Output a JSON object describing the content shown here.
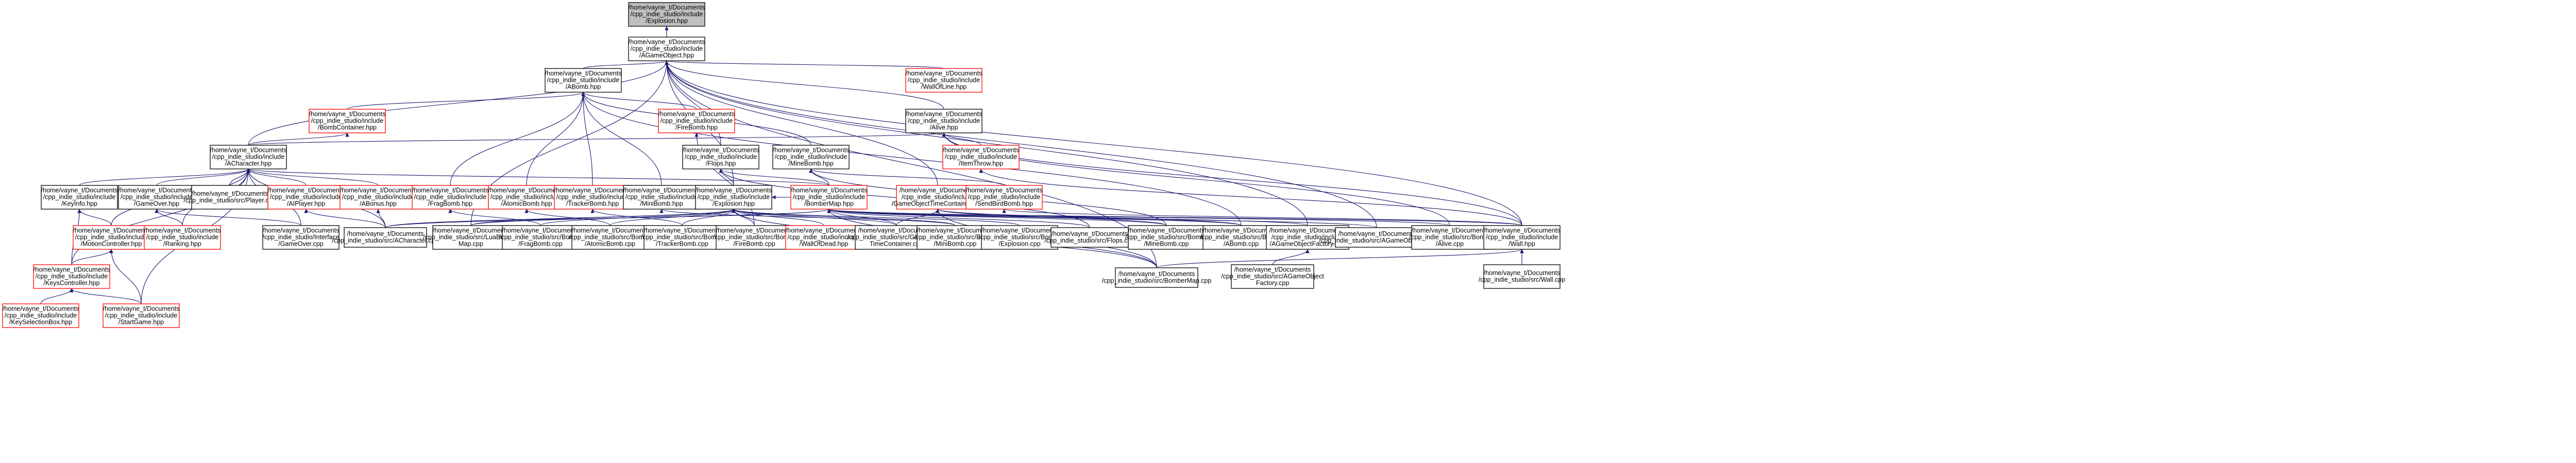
{
  "colors": {
    "edge": "#191970",
    "border_normal": "#000000",
    "border_truncated": "#ff0000",
    "root_fill": "#bfbfbf",
    "node_fill": "#ffffff"
  },
  "nodes": [
    {
      "id": "explosion_root",
      "lines": [
        "/home/vayne_t/Documents",
        "/cpp_indie_studio/include",
        "/Explosion.hpp"
      ],
      "root": true
    },
    {
      "id": "agameobject",
      "lines": [
        "/home/vayne_t/Documents",
        "/cpp_indie_studio/include",
        "/AGameObject.hpp"
      ]
    },
    {
      "id": "wallofline",
      "lines": [
        "/home/vayne_t/Documents",
        "/cpp_indie_studio/include",
        "/WallOfLine.hpp"
      ],
      "truncated": true
    },
    {
      "id": "abomb",
      "lines": [
        "/home/vayne_t/Documents",
        "/cpp_indie_studio/include",
        "/ABomb.hpp"
      ]
    },
    {
      "id": "alive",
      "lines": [
        "/home/vayne_t/Documents",
        "/cpp_indie_studio/include",
        "/Alive.hpp"
      ]
    },
    {
      "id": "bombcontainer",
      "lines": [
        "/home/vayne_t/Documents",
        "/cpp_indie_studio/include",
        "/BombContainer.hpp"
      ],
      "truncated": true
    },
    {
      "id": "firebomb",
      "lines": [
        "/home/vayne_t/Documents",
        "/cpp_indie_studio/include",
        "/FireBomb.hpp"
      ],
      "truncated": true
    },
    {
      "id": "itemthrow",
      "lines": [
        "/home/vayne_t/Documents",
        "/cpp_indie_studio/include",
        "/ItemThrow.hpp"
      ],
      "truncated": true
    },
    {
      "id": "acharacter",
      "lines": [
        "/home/vayne_t/Documents",
        "/cpp_indie_studio/include",
        "/ACharacter.hpp"
      ]
    },
    {
      "id": "flops",
      "lines": [
        "/home/vayne_t/Documents",
        "/cpp_indie_studio/include",
        "/Flops.hpp"
      ]
    },
    {
      "id": "minebomb",
      "lines": [
        "/home/vayne_t/Documents",
        "/cpp_indie_studio/include",
        "/MineBomb.hpp"
      ]
    },
    {
      "id": "keyinfo",
      "lines": [
        "/home/vayne_t/Documents",
        "/cpp_indie_studio/include",
        "/KeyInfo.hpp"
      ]
    },
    {
      "id": "gameover",
      "lines": [
        "/home/vayne_t/Documents",
        "/cpp_indie_studio/include",
        "/GameOver.hpp"
      ]
    },
    {
      "id": "player_cpp",
      "lines": [
        "/home/vayne_t/Documents",
        "/cpp_indie_studio/src/Player.cpp"
      ]
    },
    {
      "id": "aiplayer",
      "lines": [
        "/home/vayne_t/Documents",
        "/cpp_indie_studio/include",
        "/AIPlayer.hpp"
      ],
      "truncated": true
    },
    {
      "id": "abonus",
      "lines": [
        "/home/vayne_t/Documents",
        "/cpp_indie_studio/include",
        "/ABonus.hpp"
      ],
      "truncated": true
    },
    {
      "id": "fragbomb",
      "lines": [
        "/home/vayne_t/Documents",
        "/cpp_indie_studio/include",
        "/FragBomb.hpp"
      ],
      "truncated": true
    },
    {
      "id": "atomicbomb",
      "lines": [
        "/home/vayne_t/Documents",
        "/cpp_indie_studio/include",
        "/AtomicBomb.hpp"
      ],
      "truncated": true
    },
    {
      "id": "trackerbomb",
      "lines": [
        "/home/vayne_t/Documents",
        "/cpp_indie_studio/include",
        "/TrackerBomb.hpp"
      ],
      "truncated": true
    },
    {
      "id": "minibomb",
      "lines": [
        "/home/vayne_t/Documents",
        "/cpp_indie_studio/include",
        "/MiniBomb.hpp"
      ]
    },
    {
      "id": "explosion_hpp",
      "lines": [
        "/home/vayne_t/Documents",
        "/cpp_indie_studio/include",
        "/Explosion.hpp"
      ]
    },
    {
      "id": "bomberman_hpp",
      "lines": [
        "/home/vayne_t/Documents",
        "/cpp_indie_studio/include",
        "/BomberMap.hpp"
      ],
      "truncated": true
    },
    {
      "id": "gotc_hpp",
      "lines": [
        "/home/vayne_t/Documents",
        "/cpp_indie_studio/include",
        "/GameObjectTimeContainer.hpp"
      ],
      "truncated": true
    },
    {
      "id": "sendbird",
      "lines": [
        "/home/vayne_t/Documents",
        "/cpp_indie_studio/include",
        "/SendBirdBomb.hpp"
      ],
      "truncated": true
    },
    {
      "id": "motioncontroller",
      "lines": [
        "/home/vayne_t/Documents",
        "/cpp_indie_studio/include",
        "/MotionController.hpp"
      ],
      "truncated": true
    },
    {
      "id": "ranking",
      "lines": [
        "/home/vayne_t/Documents",
        "/cpp_indie_studio/include",
        "/Ranking.hpp"
      ],
      "truncated": true
    },
    {
      "id": "gameover_cpp",
      "lines": [
        "/home/vayne_t/Documents",
        "/cpp_indie_studio/Interface",
        "/GameOver.cpp"
      ]
    },
    {
      "id": "acharacter_cpp",
      "lines": [
        "/home/vayne_t/Documents",
        "/cpp_indie_studio/src/ACharacter.cpp"
      ]
    },
    {
      "id": "luabomber",
      "lines": [
        "/home/vayne_t/Documents",
        "/cpp_indie_studio/src/LuaBomber",
        "Map.cpp"
      ]
    },
    {
      "id": "fragbomb_cpp",
      "lines": [
        "/home/vayne_t/Documents",
        "/cpp_indie_studio/src/Bombs",
        "/FragBomb.cpp"
      ]
    },
    {
      "id": "atomicbomb_cpp",
      "lines": [
        "/home/vayne_t/Documents",
        "/cpp_indie_studio/src/Bombs",
        "/AtomicBomb.cpp"
      ]
    },
    {
      "id": "trackerbomb_cpp",
      "lines": [
        "/home/vayne_t/Documents",
        "/cpp_indie_studio/src/Bombs",
        "/TrackerBomb.cpp"
      ]
    },
    {
      "id": "firebomb_cpp",
      "lines": [
        "/home/vayne_t/Documents",
        "/cpp_indie_studio/src/Bombs",
        "/FireBomb.cpp"
      ]
    },
    {
      "id": "wallofdead",
      "lines": [
        "/home/vayne_t/Documents",
        "/cpp_indie_studio/include",
        "/WallOfDead.hpp"
      ],
      "truncated": true
    },
    {
      "id": "gotc_cpp",
      "lines": [
        "/home/vayne_t/Documents",
        "/cpp_indie_studio/src/GameObject",
        "TimeContainer.cpp"
      ]
    },
    {
      "id": "minibomb_cpp",
      "lines": [
        "/home/vayne_t/Documents",
        "/cpp_indie_studio/src/Bombs",
        "/MiniBomb.cpp"
      ]
    },
    {
      "id": "explosion_cpp",
      "lines": [
        "/home/vayne_t/Documents",
        "/cpp_indie_studio/src/Bombs",
        "/Explosion.cpp"
      ]
    },
    {
      "id": "flops_cpp",
      "lines": [
        "/home/vayne_t/Documents",
        "/cpp_indie_studio/src/Flops.cpp"
      ]
    },
    {
      "id": "minebomb_cpp",
      "lines": [
        "/home/vayne_t/Documents",
        "/cpp_indie_studio/src/Bombs",
        "/MineBomb.cpp"
      ]
    },
    {
      "id": "abomb_cpp",
      "lines": [
        "/home/vayne_t/Documents",
        "/cpp_indie_studio/src/Bombs",
        "/ABomb.cpp"
      ]
    },
    {
      "id": "agof_hpp",
      "lines": [
        "/home/vayne_t/Documents",
        "/cpp_indie_studio/include",
        "/AGameObjectFactory.hpp"
      ]
    },
    {
      "id": "agameobject_cpp",
      "lines": [
        "/home/vayne_t/Documents",
        "/cpp_indie_studio/src/AGameObject.cpp"
      ]
    },
    {
      "id": "alive_cpp",
      "lines": [
        "/home/vayne_t/Documents",
        "/cpp_indie_studio/src/Bonus",
        "/Alive.cpp"
      ]
    },
    {
      "id": "wall_hpp",
      "lines": [
        "/home/vayne_t/Documents",
        "/cpp_indie_studio/include",
        "/Wall.hpp"
      ]
    },
    {
      "id": "keyscontroller",
      "lines": [
        "/home/vayne_t/Documents",
        "/cpp_indie_studio/include",
        "/KeysController.hpp"
      ],
      "truncated": true
    },
    {
      "id": "keyselection",
      "lines": [
        "/home/vayne_t/Documents",
        "/cpp_indie_studio/include",
        "/KeySelectionBox.hpp"
      ],
      "truncated": true
    },
    {
      "id": "startgame",
      "lines": [
        "/home/vayne_t/Documents",
        "/cpp_indie_studio/include",
        "/StartGame.hpp"
      ],
      "truncated": true
    },
    {
      "id": "bombermap_cpp",
      "lines": [
        "/home/vayne_t/Documents",
        "/cpp_indie_studio/src/BomberMap.cpp"
      ]
    },
    {
      "id": "agof_cpp",
      "lines": [
        "/home/vayne_t/Documents",
        "/cpp_indie_studio/src/AGameObject",
        "Factory.cpp"
      ]
    },
    {
      "id": "wall_cpp",
      "lines": [
        "/home/vayne_t/Documents",
        "/cpp_indie_studio/src/Wall.cpp"
      ]
    }
  ],
  "edges": [
    [
      "agameobject",
      "explosion_root"
    ],
    [
      "abomb",
      "agameobject"
    ],
    [
      "alive",
      "agameobject"
    ],
    [
      "wallofline",
      "agameobject"
    ],
    [
      "acharacter",
      "agameobject"
    ],
    [
      "flops",
      "agameobject"
    ],
    [
      "explosion_hpp",
      "agameobject"
    ],
    [
      "gotc_hpp",
      "agameobject"
    ],
    [
      "luabomber",
      "agameobject"
    ],
    [
      "agof_hpp",
      "agameobject"
    ],
    [
      "agameobject_cpp",
      "agameobject"
    ],
    [
      "wall_hpp",
      "agameobject"
    ],
    [
      "bombermap_cpp",
      "agameobject"
    ],
    [
      "bombcontainer",
      "abomb"
    ],
    [
      "firebomb",
      "abomb"
    ],
    [
      "fragbomb",
      "abomb"
    ],
    [
      "atomicbomb",
      "abomb"
    ],
    [
      "trackerbomb",
      "abomb"
    ],
    [
      "minibomb",
      "abomb"
    ],
    [
      "minebomb",
      "abomb"
    ],
    [
      "abomb_cpp",
      "abomb"
    ],
    [
      "acharacter",
      "bombcontainer"
    ],
    [
      "firebomb_cpp",
      "firebomb"
    ],
    [
      "itemthrow",
      "alive"
    ],
    [
      "acharacter",
      "alive"
    ],
    [
      "alive_cpp",
      "alive"
    ],
    [
      "wall_hpp",
      "alive"
    ],
    [
      "wall_hpp",
      "itemthrow"
    ],
    [
      "keyinfo",
      "acharacter"
    ],
    [
      "gameover",
      "acharacter"
    ],
    [
      "player_cpp",
      "acharacter"
    ],
    [
      "aiplayer",
      "acharacter"
    ],
    [
      "abonus",
      "acharacter"
    ],
    [
      "motioncontroller",
      "acharacter"
    ],
    [
      "ranking",
      "acharacter"
    ],
    [
      "gameover_cpp",
      "acharacter"
    ],
    [
      "acharacter_cpp",
      "acharacter"
    ],
    [
      "keyscontroller",
      "acharacter"
    ],
    [
      "startgame",
      "acharacter"
    ],
    [
      "bomberman_hpp",
      "acharacter"
    ],
    [
      "explosion_hpp",
      "flops"
    ],
    [
      "flops_cpp",
      "flops"
    ],
    [
      "bomberman_hpp",
      "flops"
    ],
    [
      "sendbird",
      "minebomb"
    ],
    [
      "minebomb_cpp",
      "minebomb"
    ],
    [
      "bomberman_hpp",
      "minebomb"
    ],
    [
      "motioncontroller",
      "keyinfo"
    ],
    [
      "keyscontroller",
      "keyinfo"
    ],
    [
      "ranking",
      "gameover"
    ],
    [
      "gameover_cpp",
      "gameover"
    ],
    [
      "acharacter_cpp",
      "aiplayer"
    ],
    [
      "acharacter_cpp",
      "abonus"
    ],
    [
      "fragbomb_cpp",
      "fragbomb"
    ],
    [
      "atomicbomb_cpp",
      "atomicbomb"
    ],
    [
      "trackerbomb_cpp",
      "trackerbomb"
    ],
    [
      "minibomb_cpp",
      "minibomb"
    ],
    [
      "acharacter_cpp",
      "explosion_hpp"
    ],
    [
      "luabomber",
      "explosion_hpp"
    ],
    [
      "fragbomb_cpp",
      "explosion_hpp"
    ],
    [
      "atomicbomb_cpp",
      "explosion_hpp"
    ],
    [
      "trackerbomb_cpp",
      "explosion_hpp"
    ],
    [
      "firebomb_cpp",
      "explosion_hpp"
    ],
    [
      "wallofdead",
      "explosion_hpp"
    ],
    [
      "gotc_cpp",
      "explosion_hpp"
    ],
    [
      "minibomb_cpp",
      "explosion_hpp"
    ],
    [
      "explosion_cpp",
      "explosion_hpp"
    ],
    [
      "bombermap_cpp",
      "explosion_hpp"
    ],
    [
      "bomberman_hpp",
      "explosion_hpp"
    ],
    [
      "acharacter_cpp",
      "bomberman_hpp"
    ],
    [
      "luabomber",
      "bomberman_hpp"
    ],
    [
      "gotc_cpp",
      "bomberman_hpp"
    ],
    [
      "flops_cpp",
      "bomberman_hpp"
    ],
    [
      "minebomb_cpp",
      "bomberman_hpp"
    ],
    [
      "abomb_cpp",
      "bomberman_hpp"
    ],
    [
      "agof_hpp",
      "bomberman_hpp"
    ],
    [
      "agameobject_cpp",
      "bomberman_hpp"
    ],
    [
      "alive_cpp",
      "bomberman_hpp"
    ],
    [
      "wall_hpp",
      "bomberman_hpp"
    ],
    [
      "bombermap_cpp",
      "bomberman_hpp"
    ],
    [
      "gotc_cpp",
      "gotc_hpp"
    ],
    [
      "minebomb_cpp",
      "gotc_hpp"
    ],
    [
      "abomb_cpp",
      "gotc_hpp"
    ],
    [
      "bombermap_cpp",
      "gotc_hpp"
    ],
    [
      "wall_hpp",
      "sendbird"
    ],
    [
      "keyscontroller",
      "motioncontroller"
    ],
    [
      "startgame",
      "motioncontroller"
    ],
    [
      "keyselection",
      "keyscontroller"
    ],
    [
      "startgame",
      "keyscontroller"
    ],
    [
      "agof_cpp",
      "agof_hpp"
    ],
    [
      "wall_cpp",
      "wall_hpp"
    ],
    [
      "bombermap_cpp",
      "wall_hpp"
    ]
  ]
}
